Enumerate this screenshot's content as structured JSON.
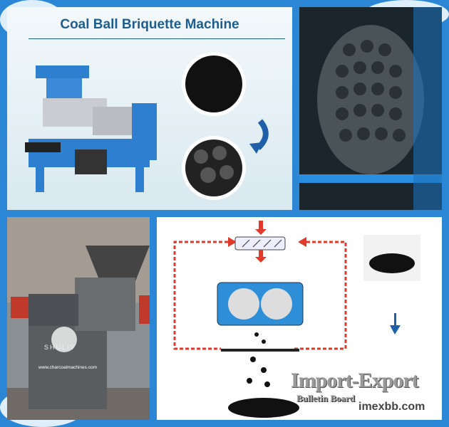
{
  "title": "Coal Ball Briquette Machine",
  "machine_brand": "SHULIY",
  "machine_url": "www.charcoalmachines.com",
  "watermark": {
    "line1": "Import-Export",
    "line2": "Bulletin Board",
    "site": "imexbb.com"
  },
  "colors": {
    "background": "#2b86d6",
    "title": "#1f5d8c",
    "machine_blue": "#2f7fd0",
    "arrow_red": "#e23a2a"
  }
}
